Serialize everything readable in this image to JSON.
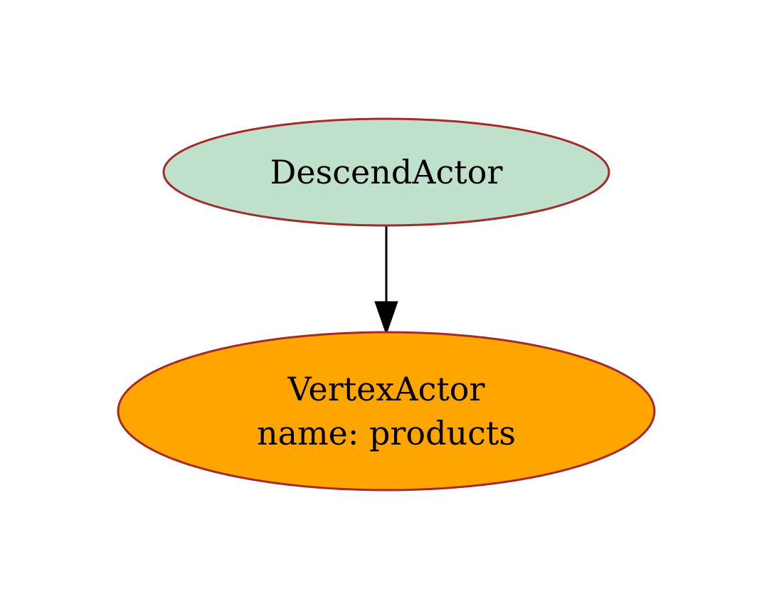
{
  "diagram": {
    "nodes": [
      {
        "id": "descend_actor",
        "lines": [
          "DescendActor"
        ],
        "fill": "#bfe0ca",
        "stroke": "#a52a2a"
      },
      {
        "id": "vertex_actor",
        "lines": [
          "VertexActor",
          "name: products"
        ],
        "fill": "#ffa500",
        "stroke": "#a52a2a"
      }
    ],
    "edges": [
      {
        "from": "descend_actor",
        "to": "vertex_actor",
        "color": "#000000"
      }
    ]
  }
}
